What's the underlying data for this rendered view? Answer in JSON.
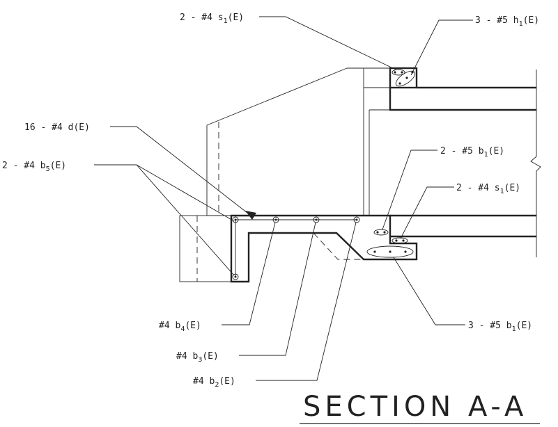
{
  "callouts": {
    "s1_top": {
      "prefix": "2 - #4 s",
      "sub": "1",
      "suffix": "(E)"
    },
    "h1": {
      "prefix": "3 - #5 h",
      "sub": "1",
      "suffix": "(E)"
    },
    "d": {
      "prefix": "16 - #4 d",
      "sub": "",
      "suffix": "(E)"
    },
    "b5": {
      "prefix": "2 - #4 b",
      "sub": "5",
      "suffix": "(E)"
    },
    "b1_upper": {
      "prefix": "2 - #5 b",
      "sub": "1",
      "suffix": "(E)"
    },
    "s1_lower": {
      "prefix": "2 - #4 s",
      "sub": "1",
      "suffix": "(E)"
    },
    "b4": {
      "prefix": "#4 b",
      "sub": "4",
      "suffix": "(E)"
    },
    "b1_lower": {
      "prefix": "3 - #5 b",
      "sub": "1",
      "suffix": "(E)"
    },
    "b3": {
      "prefix": "#4 b",
      "sub": "3",
      "suffix": "(E)"
    },
    "b2": {
      "prefix": "#4 b",
      "sub": "2",
      "suffix": "(E)"
    }
  },
  "title": "SECTION A-A"
}
